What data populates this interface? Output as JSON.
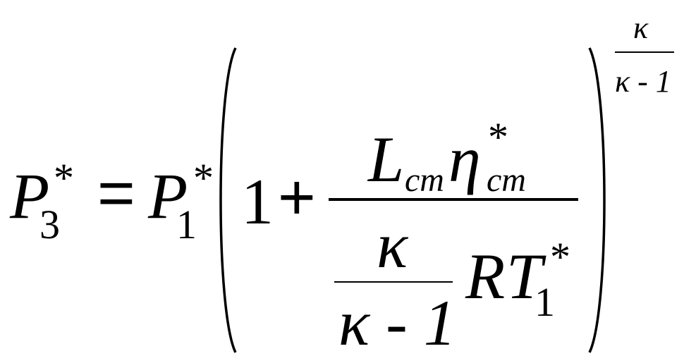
{
  "formula": {
    "lhs": {
      "symbol": "P",
      "subscript": "3",
      "superscript": "*"
    },
    "equals": "=",
    "rhs_factor": {
      "symbol": "P",
      "subscript": "1",
      "superscript": "*"
    },
    "bracket": {
      "one": "1",
      "plus": "+",
      "fraction": {
        "numerator": {
          "L": "L",
          "L_subscript": "cm",
          "eta": "η",
          "eta_subscript": "cm",
          "eta_superscript": "*"
        },
        "denominator": {
          "inner_fraction": {
            "numerator": "κ",
            "denominator": "κ - 1"
          },
          "R": "R",
          "T": "T",
          "T_subscript": "1",
          "T_superscript": "*"
        }
      }
    },
    "exponent": {
      "numerator": "κ",
      "denominator": "κ - 1"
    }
  }
}
